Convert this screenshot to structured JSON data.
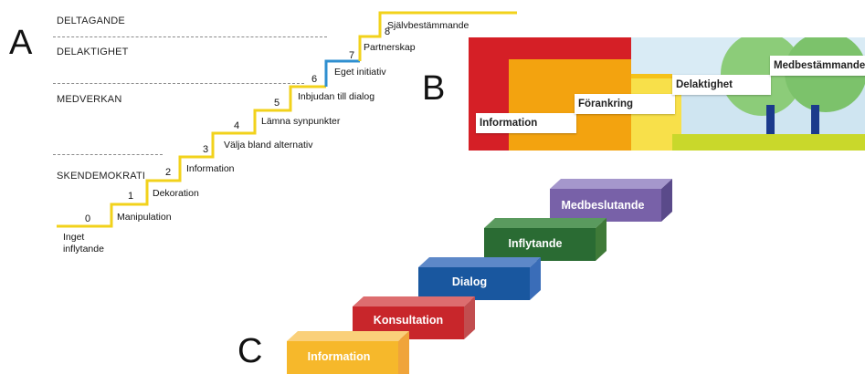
{
  "panels": {
    "a": "A",
    "b": "B",
    "c": "C"
  },
  "ladder_a": {
    "levels": [
      "DELTAGANDE",
      "DELAKTIGHET",
      "MEDVERKAN",
      "SKENDEMOKRATI"
    ],
    "steps": [
      {
        "num": "0",
        "label": "Inget\ninflytande"
      },
      {
        "num": "1",
        "label": "Manipulation"
      },
      {
        "num": "2",
        "label": "Dekoration"
      },
      {
        "num": "3",
        "label": "Information"
      },
      {
        "num": "4",
        "label": "Välja bland alternativ"
      },
      {
        "num": "5",
        "label": "Lämna synpunkter"
      },
      {
        "num": "6",
        "label": "Inbjudan till dialog"
      },
      {
        "num": "7",
        "label": "Eget initiativ"
      },
      {
        "num": "8",
        "label": "Partnerskap"
      },
      {
        "num": "",
        "label": "Självbestämmande"
      }
    ],
    "colors": {
      "line": "#f2d21b",
      "highlight": "#2f8fd0"
    }
  },
  "panel_b": {
    "labels": [
      "Information",
      "Förankring",
      "Delaktighet",
      "Medbestämmande"
    ],
    "colors": {
      "red": "#d51f26",
      "orange": "#f3a30f",
      "yellow": "#f8e04a",
      "sky": "#cfe5f1",
      "tree": "#7cc26b",
      "trunk": "#1b3a8c",
      "ground": "#c9d82b"
    }
  },
  "panel_c": {
    "blocks": [
      {
        "label": "Information",
        "color": "#f6b82b"
      },
      {
        "label": "Konsultation",
        "color": "#c8262b"
      },
      {
        "label": "Dialog",
        "color": "#19579f"
      },
      {
        "label": "Inflytande",
        "color": "#2a6b33"
      },
      {
        "label": "Medbeslutande",
        "color": "#7861a8"
      }
    ]
  }
}
